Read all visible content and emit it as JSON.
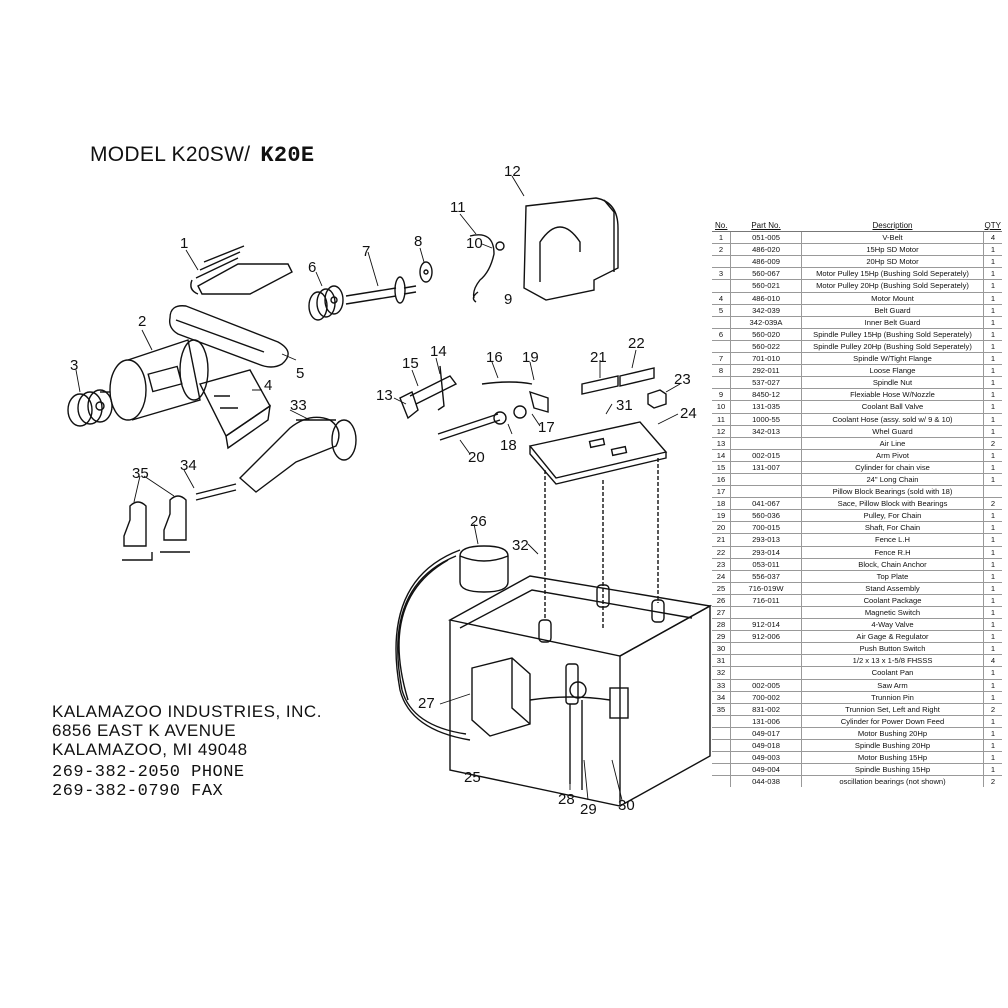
{
  "header": {
    "model_prefix": "MODEL K20SW/",
    "model_suffix": "K20E"
  },
  "company": {
    "name": "KALAMAZOO INDUSTRIES, INC.",
    "street": "6856 EAST K AVENUE",
    "city": "KALAMAZOO, MI 49048",
    "phone": "269-382-2050 PHONE",
    "fax": "269-382-0790 FAX"
  },
  "callouts": [
    "1",
    "2",
    "3",
    "4",
    "5",
    "6",
    "7",
    "8",
    "9",
    "10",
    "11",
    "12",
    "13",
    "14",
    "15",
    "16",
    "17",
    "18",
    "19",
    "20",
    "21",
    "22",
    "23",
    "24",
    "25",
    "26",
    "27",
    "28",
    "29",
    "30",
    "31",
    "32",
    "33",
    "34",
    "35"
  ],
  "parts_table": {
    "headers": [
      "No.",
      "Part No.",
      "Description",
      "QTY"
    ],
    "rows": [
      [
        "1",
        "051-005",
        "V-Belt",
        "4"
      ],
      [
        "2",
        "486-020",
        "15Hp SD Motor",
        "1"
      ],
      [
        "",
        "486-009",
        "20Hp SD Motor",
        "1"
      ],
      [
        "3",
        "560-067",
        "Motor Pulley 15Hp (Bushing Sold Seperately)",
        "1"
      ],
      [
        "",
        "560-021",
        "Motor Pulley 20Hp (Bushing Sold Seperately)",
        "1"
      ],
      [
        "4",
        "486-010",
        "Motor Mount",
        "1"
      ],
      [
        "5",
        "342-039",
        "Belt Guard",
        "1"
      ],
      [
        "",
        "342-039A",
        "Inner Belt Guard",
        "1"
      ],
      [
        "6",
        "560-020",
        "Spindle Pulley 15Hp (Bushing Sold Seperately)",
        "1"
      ],
      [
        "",
        "560-022",
        "Spindle Pulley 20Hp (Bushing Sold Seperately)",
        "1"
      ],
      [
        "7",
        "701-010",
        "Spindle W/Tight Flange",
        "1"
      ],
      [
        "8",
        "292-011",
        "Loose Flange",
        "1"
      ],
      [
        "",
        "537-027",
        "Spindle Nut",
        "1"
      ],
      [
        "9",
        "8450-12",
        "Flexiable Hose W/Nozzle",
        "1"
      ],
      [
        "10",
        "131-035",
        "Coolant Ball Valve",
        "1"
      ],
      [
        "11",
        "1000-55",
        "Coolant Hose (assy. sold w/ 9 & 10)",
        "1"
      ],
      [
        "12",
        "342-013",
        "Whel Guard",
        "1"
      ],
      [
        "13",
        "",
        "Air Line",
        "2"
      ],
      [
        "14",
        "002-015",
        "Arm Pivot",
        "1"
      ],
      [
        "15",
        "131-007",
        "Cylinder for chain vise",
        "1"
      ],
      [
        "16",
        "",
        "24\" Long Chain",
        "1"
      ],
      [
        "17",
        "",
        "Pillow Block Bearings (sold with 18)",
        ""
      ],
      [
        "18",
        "041-067",
        "Sace, Pillow Block with Bearings",
        "2"
      ],
      [
        "19",
        "560-036",
        "Pulley, For Chain",
        "1"
      ],
      [
        "20",
        "700-015",
        "Shaft, For Chain",
        "1"
      ],
      [
        "21",
        "293-013",
        "Fence L.H",
        "1"
      ],
      [
        "22",
        "293-014",
        "Fence R.H",
        "1"
      ],
      [
        "23",
        "053-011",
        "Block, Chain Anchor",
        "1"
      ],
      [
        "24",
        "556-037",
        "Top Plate",
        "1"
      ],
      [
        "25",
        "716-019W",
        "Stand Assembly",
        "1"
      ],
      [
        "26",
        "716-011",
        "Coolant Package",
        "1"
      ],
      [
        "27",
        "",
        "Magnetic Switch",
        "1"
      ],
      [
        "28",
        "912-014",
        "4-Way Valve",
        "1"
      ],
      [
        "29",
        "912-006",
        "Air Gage & Regulator",
        "1"
      ],
      [
        "30",
        "",
        "Push Button Switch",
        "1"
      ],
      [
        "31",
        "",
        "1/2 x 13 x 1-5/8 FHSSS",
        "4"
      ],
      [
        "32",
        "",
        "Coolant Pan",
        "1"
      ],
      [
        "33",
        "002-005",
        "Saw Arm",
        "1"
      ],
      [
        "34",
        "700-002",
        "Trunnion Pin",
        "1"
      ],
      [
        "35",
        "831-002",
        "Trunnion Set, Left and Right",
        "2"
      ],
      [
        "",
        "131-006",
        "Cylinder for Power Down Feed",
        "1"
      ],
      [
        "",
        "049-017",
        "Motor Bushing 20Hp",
        "1"
      ],
      [
        "",
        "049-018",
        "Spindle Bushing 20Hp",
        "1"
      ],
      [
        "",
        "049-003",
        "Motor Bushing 15Hp",
        "1"
      ],
      [
        "",
        "049-004",
        "Spindle Bushing 15Hp",
        "1"
      ],
      [
        "",
        "044-038",
        "oscillation bearings (not shown)",
        "2"
      ]
    ]
  }
}
